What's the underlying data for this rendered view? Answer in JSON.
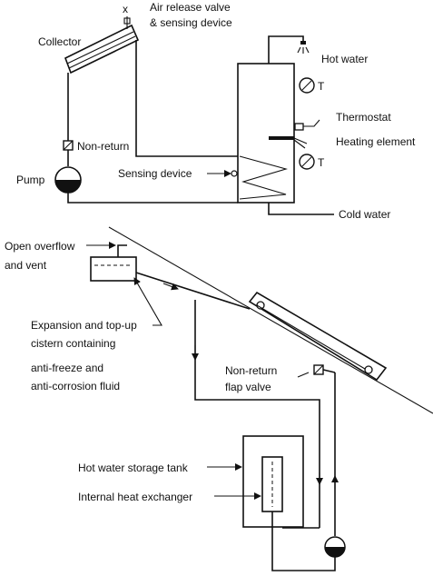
{
  "top_diagram": {
    "labels": {
      "air_release": "Air release valve",
      "sensing_device_top": "& sensing device",
      "collector": "Collector",
      "hot_water": "Hot water",
      "thermostat": "Thermostat",
      "heating_element": "Heating element",
      "non_return": "Non-return",
      "pump": "Pump",
      "sensing_device": "Sensing device",
      "cold_water": "Cold water",
      "temp_symbol_1": "T",
      "temp_symbol_2": "T",
      "vent_mark": "x"
    }
  },
  "bottom_diagram": {
    "labels": {
      "open_overflow": "Open overflow",
      "and_vent": "and vent",
      "expansion": "Expansion and top-up",
      "cistern": "cistern containing",
      "antifreeze": "anti-freeze and",
      "anticorrosion": "anti-corrosion   fluid",
      "non_return": "Non-return",
      "flap_valve": "flap valve",
      "storage_tank": "Hot water storage tank",
      "heat_exchanger": "Internal heat exchanger"
    }
  }
}
